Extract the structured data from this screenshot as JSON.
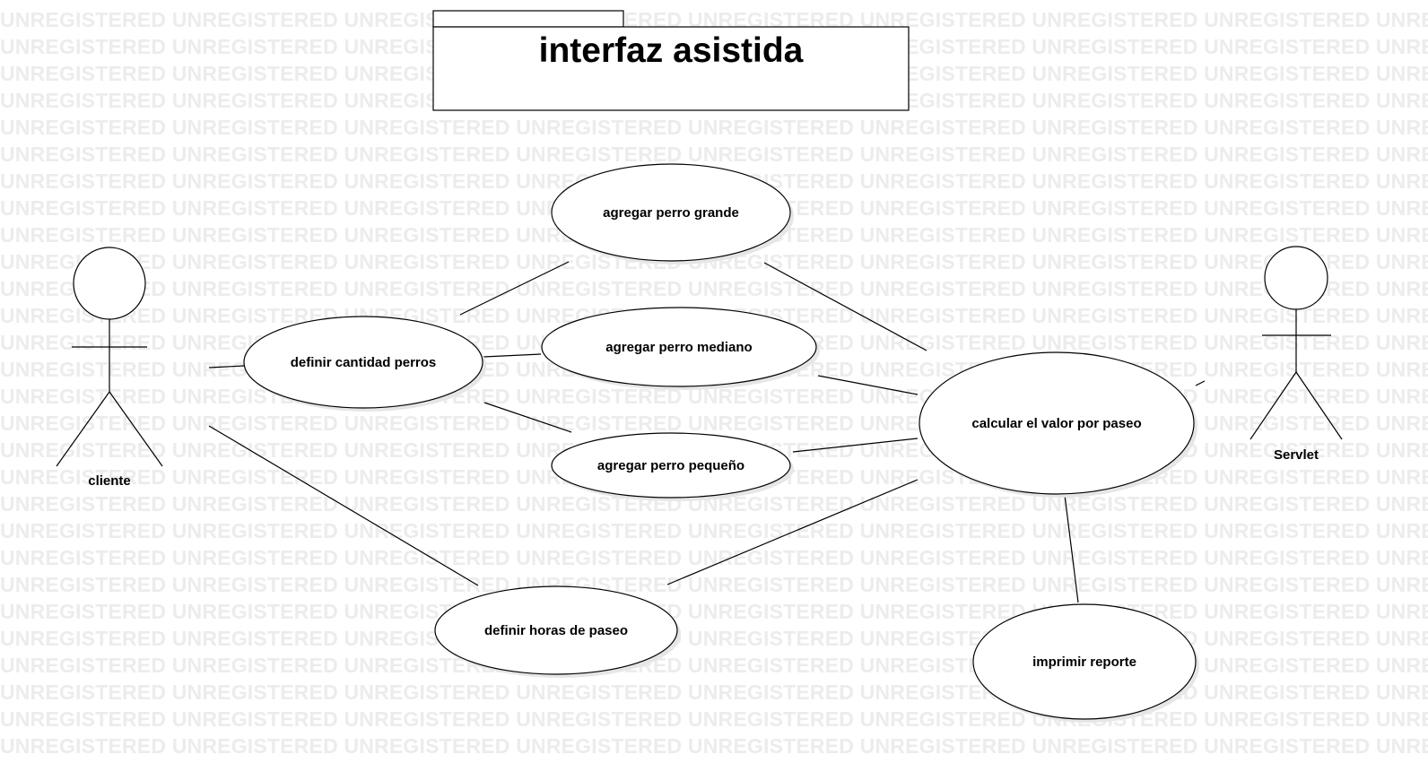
{
  "watermark": {
    "text": "UNREGISTERED"
  },
  "package": {
    "title": "interfaz asistida"
  },
  "actors": {
    "cliente": "cliente",
    "servlet": "Servlet"
  },
  "use_cases": {
    "agregar_perro_grande": "agregar perro grande",
    "agregar_perro_mediano": "agregar perro mediano",
    "agregar_perro_pequeno": "agregar perro pequeño",
    "definir_cantidad_perros": "definir cantidad perros",
    "calcular_valor_paseo": "calcular el valor por paseo",
    "definir_horas_paseo": "definir horas de paseo",
    "imprimir_reporte": "imprimir reporte"
  },
  "colors": {
    "stroke": "#000000",
    "fill": "#ffffff",
    "shadow": "#e6e6e6",
    "watermark": "#ececec"
  }
}
